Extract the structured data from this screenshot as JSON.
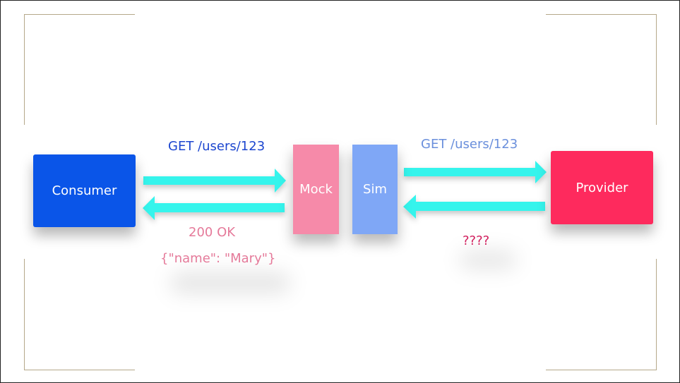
{
  "colors": {
    "consumer": "#0a55e8",
    "provider": "#fe2a5d",
    "mock": "#f68aa9",
    "sim": "#7fa7f6",
    "arrow": "#35f4ec",
    "get_left": "#1c46cf",
    "get_right": "#6a8fdc",
    "response_left": "#e57a9a",
    "response_right": "#d11f5d",
    "frame": "#b5a88a"
  },
  "nodes": {
    "consumer": "Consumer",
    "mock": "Mock",
    "sim": "Sim",
    "provider": "Provider"
  },
  "edges": {
    "left_request": "GET /users/123",
    "right_request": "GET /users/123",
    "left_status": "200 OK",
    "left_body": "{\"name\": \"Mary\"}",
    "right_response": "????"
  },
  "icons": [
    "arrow-right",
    "arrow-left"
  ]
}
